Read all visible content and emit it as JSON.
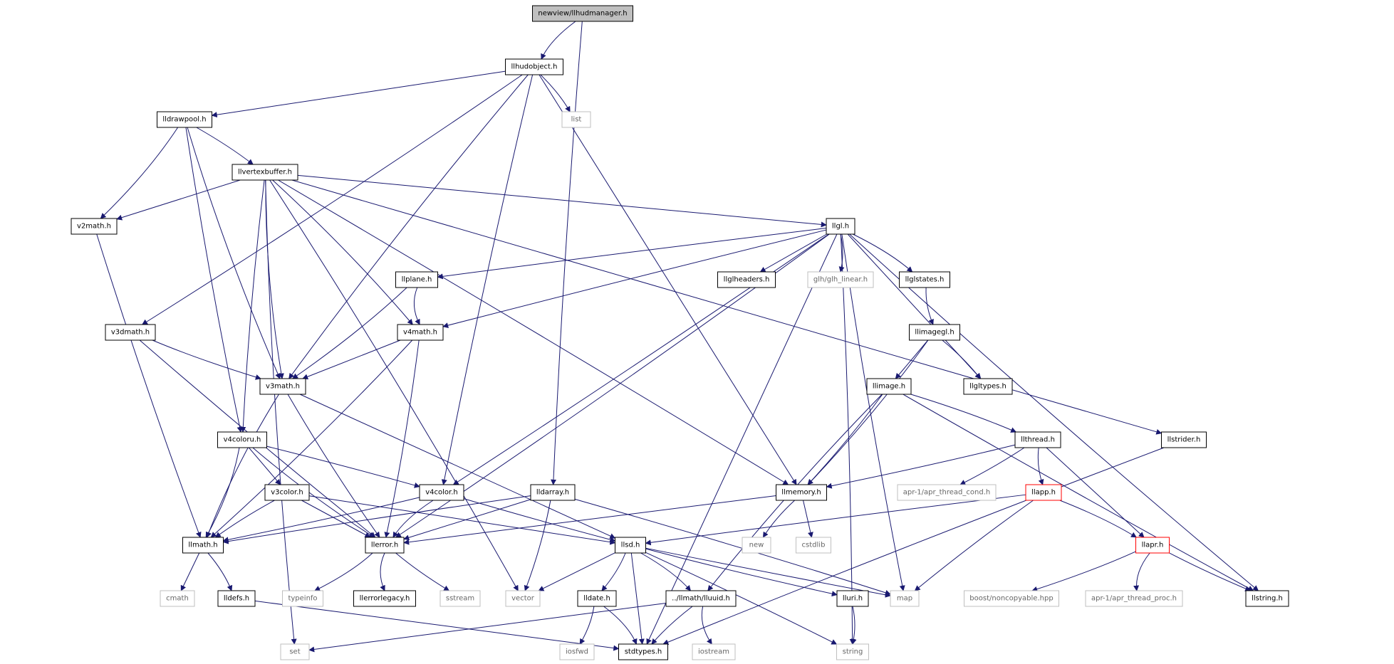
{
  "graph": {
    "root": "newview/llhudmanager.h",
    "style": {
      "edge_color": "#191970",
      "root_fill": "#bfbfbf",
      "root_border": "#000000",
      "documented_border": "#000000",
      "external_border": "#bfbfbf",
      "external_text": "#666666",
      "truncated_border": "#ff0000",
      "node_fill": "#ffffff",
      "text_color": "#000000"
    },
    "nodes": [
      {
        "id": "llhudmanager",
        "label": "newview/llhudmanager.h",
        "kind": "root"
      },
      {
        "id": "llhudobject",
        "label": "llhudobject.h",
        "kind": "documented"
      },
      {
        "id": "lldrawpool",
        "label": "lldrawpool.h",
        "kind": "documented"
      },
      {
        "id": "list",
        "label": "list",
        "kind": "external"
      },
      {
        "id": "llvertexbuffer",
        "label": "llvertexbuffer.h",
        "kind": "documented"
      },
      {
        "id": "v2math",
        "label": "v2math.h",
        "kind": "documented"
      },
      {
        "id": "llgl",
        "label": "llgl.h",
        "kind": "documented"
      },
      {
        "id": "llplane",
        "label": "llplane.h",
        "kind": "documented"
      },
      {
        "id": "llglheaders",
        "label": "llglheaders.h",
        "kind": "documented"
      },
      {
        "id": "glh_linear",
        "label": "glh/glh_linear.h",
        "kind": "external"
      },
      {
        "id": "llglstates",
        "label": "llglstates.h",
        "kind": "documented"
      },
      {
        "id": "v3dmath",
        "label": "v3dmath.h",
        "kind": "documented"
      },
      {
        "id": "v4math",
        "label": "v4math.h",
        "kind": "documented"
      },
      {
        "id": "llimagegl",
        "label": "llimagegl.h",
        "kind": "documented"
      },
      {
        "id": "v3math",
        "label": "v3math.h",
        "kind": "documented"
      },
      {
        "id": "llimage",
        "label": "llimage.h",
        "kind": "documented"
      },
      {
        "id": "llgltypes",
        "label": "llgltypes.h",
        "kind": "documented"
      },
      {
        "id": "v4coloru",
        "label": "v4coloru.h",
        "kind": "documented"
      },
      {
        "id": "llthread",
        "label": "llthread.h",
        "kind": "documented"
      },
      {
        "id": "llstrider",
        "label": "llstrider.h",
        "kind": "documented"
      },
      {
        "id": "v3color",
        "label": "v3color.h",
        "kind": "documented"
      },
      {
        "id": "v4color",
        "label": "v4color.h",
        "kind": "documented"
      },
      {
        "id": "lldarray",
        "label": "lldarray.h",
        "kind": "documented"
      },
      {
        "id": "llmemory",
        "label": "llmemory.h",
        "kind": "documented"
      },
      {
        "id": "apr_thread_cond",
        "label": "apr-1/apr_thread_cond.h",
        "kind": "external"
      },
      {
        "id": "llapp",
        "label": "llapp.h",
        "kind": "truncated"
      },
      {
        "id": "llmath",
        "label": "llmath.h",
        "kind": "documented"
      },
      {
        "id": "llerror",
        "label": "llerror.h",
        "kind": "documented"
      },
      {
        "id": "llsd",
        "label": "llsd.h",
        "kind": "documented"
      },
      {
        "id": "new",
        "label": "new",
        "kind": "external"
      },
      {
        "id": "cstdlib",
        "label": "cstdlib",
        "kind": "external"
      },
      {
        "id": "llapr",
        "label": "llapr.h",
        "kind": "truncated"
      },
      {
        "id": "cmath",
        "label": "cmath",
        "kind": "external"
      },
      {
        "id": "lldefs",
        "label": "lldefs.h",
        "kind": "documented"
      },
      {
        "id": "typeinfo",
        "label": "typeinfo",
        "kind": "external"
      },
      {
        "id": "llerrorlegacy",
        "label": "llerrorlegacy.h",
        "kind": "documented"
      },
      {
        "id": "sstream",
        "label": "sstream",
        "kind": "external"
      },
      {
        "id": "vector",
        "label": "vector",
        "kind": "external"
      },
      {
        "id": "lldate",
        "label": "lldate.h",
        "kind": "documented"
      },
      {
        "id": "lluuid",
        "label": "../llmath/lluuid.h",
        "kind": "documented"
      },
      {
        "id": "lluri",
        "label": "lluri.h",
        "kind": "documented"
      },
      {
        "id": "map",
        "label": "map",
        "kind": "external"
      },
      {
        "id": "noncopyable",
        "label": "boost/noncopyable.hpp",
        "kind": "external"
      },
      {
        "id": "apr_thread_proc",
        "label": "apr-1/apr_thread_proc.h",
        "kind": "external"
      },
      {
        "id": "llstring",
        "label": "llstring.h",
        "kind": "documented"
      },
      {
        "id": "set",
        "label": "set",
        "kind": "external"
      },
      {
        "id": "iosfwd",
        "label": "iosfwd",
        "kind": "external"
      },
      {
        "id": "stdtypes",
        "label": "stdtypes.h",
        "kind": "documented"
      },
      {
        "id": "iostream",
        "label": "iostream",
        "kind": "external"
      },
      {
        "id": "string",
        "label": "string",
        "kind": "external"
      }
    ],
    "edges": [
      [
        "llhudmanager",
        "llhudobject"
      ],
      [
        "llhudmanager",
        "lldarray"
      ],
      [
        "llhudobject",
        "lldrawpool"
      ],
      [
        "llhudobject",
        "list"
      ],
      [
        "llhudobject",
        "v3dmath"
      ],
      [
        "llhudobject",
        "v3math"
      ],
      [
        "llhudobject",
        "v4color"
      ],
      [
        "llhudobject",
        "llmemory"
      ],
      [
        "lldrawpool",
        "llvertexbuffer"
      ],
      [
        "lldrawpool",
        "v2math"
      ],
      [
        "lldrawpool",
        "v3math"
      ],
      [
        "lldrawpool",
        "v4coloru"
      ],
      [
        "llvertexbuffer",
        "v2math"
      ],
      [
        "llvertexbuffer",
        "llgl"
      ],
      [
        "llvertexbuffer",
        "v4math"
      ],
      [
        "llvertexbuffer",
        "v3math"
      ],
      [
        "llvertexbuffer",
        "v4coloru"
      ],
      [
        "llvertexbuffer",
        "llstrider"
      ],
      [
        "llvertexbuffer",
        "llmemory"
      ],
      [
        "llvertexbuffer",
        "vector"
      ],
      [
        "llvertexbuffer",
        "set"
      ],
      [
        "v2math",
        "llmath"
      ],
      [
        "llgl",
        "llglheaders"
      ],
      [
        "llgl",
        "glh_linear"
      ],
      [
        "llgl",
        "llglstates"
      ],
      [
        "llgl",
        "llplane"
      ],
      [
        "llgl",
        "v4math"
      ],
      [
        "llgl",
        "llgltypes"
      ],
      [
        "llgl",
        "v4color"
      ],
      [
        "llgl",
        "llerror"
      ],
      [
        "llgl",
        "llstring"
      ],
      [
        "llgl",
        "map"
      ],
      [
        "llgl",
        "stdtypes"
      ],
      [
        "llgl",
        "string"
      ],
      [
        "llplane",
        "v3math"
      ],
      [
        "llplane",
        "v4math"
      ],
      [
        "llglstates",
        "llimagegl"
      ],
      [
        "llimagegl",
        "llimage"
      ],
      [
        "llimagegl",
        "llgltypes"
      ],
      [
        "llimagegl",
        "llmemory"
      ],
      [
        "v3dmath",
        "v3math"
      ],
      [
        "v3dmath",
        "llerror"
      ],
      [
        "v4math",
        "v3math"
      ],
      [
        "v4math",
        "llerror"
      ],
      [
        "v4math",
        "llmath"
      ],
      [
        "v3math",
        "llmath"
      ],
      [
        "v3math",
        "llerror"
      ],
      [
        "v3math",
        "llsd"
      ],
      [
        "llimage",
        "llmemory"
      ],
      [
        "llimage",
        "llthread"
      ],
      [
        "llimage",
        "lluuid"
      ],
      [
        "llimage",
        "llstring"
      ],
      [
        "v4coloru",
        "v3color"
      ],
      [
        "v4coloru",
        "v4color"
      ],
      [
        "v4coloru",
        "llmath"
      ],
      [
        "v4coloru",
        "llerror"
      ],
      [
        "llthread",
        "llapp"
      ],
      [
        "llthread",
        "llapr"
      ],
      [
        "llthread",
        "apr_thread_cond"
      ],
      [
        "llthread",
        "llmemory"
      ],
      [
        "llstrider",
        "stdtypes"
      ],
      [
        "v3color",
        "llmath"
      ],
      [
        "v3color",
        "llerror"
      ],
      [
        "v3color",
        "llsd"
      ],
      [
        "v4color",
        "llmath"
      ],
      [
        "v4color",
        "llerror"
      ],
      [
        "v4color",
        "llsd"
      ],
      [
        "lldarray",
        "llerror"
      ],
      [
        "lldarray",
        "vector"
      ],
      [
        "lldarray",
        "map"
      ],
      [
        "lldarray",
        "llmath"
      ],
      [
        "llmemory",
        "new"
      ],
      [
        "llmemory",
        "cstdlib"
      ],
      [
        "llmemory",
        "llerror"
      ],
      [
        "llapp",
        "llapr"
      ],
      [
        "llapp",
        "llsd"
      ],
      [
        "llapp",
        "map"
      ],
      [
        "llmath",
        "cmath"
      ],
      [
        "llmath",
        "lldefs"
      ],
      [
        "llerror",
        "typeinfo"
      ],
      [
        "llerror",
        "llerrorlegacy"
      ],
      [
        "llerror",
        "sstream"
      ],
      [
        "llsd",
        "vector"
      ],
      [
        "llsd",
        "lldate"
      ],
      [
        "llsd",
        "lluuid"
      ],
      [
        "llsd",
        "lluri"
      ],
      [
        "llsd",
        "map"
      ],
      [
        "llsd",
        "stdtypes"
      ],
      [
        "llsd",
        "string"
      ],
      [
        "llapr",
        "noncopyable"
      ],
      [
        "llapr",
        "apr_thread_proc"
      ],
      [
        "llapr",
        "llstring"
      ],
      [
        "lldefs",
        "stdtypes"
      ],
      [
        "lldate",
        "iosfwd"
      ],
      [
        "lldate",
        "stdtypes"
      ],
      [
        "lluuid",
        "iostream"
      ],
      [
        "lluuid",
        "stdtypes"
      ],
      [
        "lluuid",
        "set"
      ],
      [
        "lluri",
        "string"
      ]
    ]
  }
}
